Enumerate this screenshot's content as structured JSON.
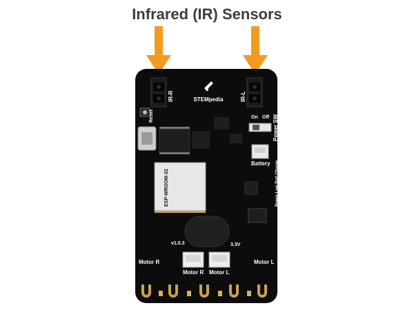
{
  "heading": "Infrared (IR) Sensors",
  "board": {
    "brand": "STEMpedia",
    "labels": {
      "ir_right": "IR-R",
      "ir_left": "IR-L",
      "reset": "Reset",
      "on": "On",
      "off": "Off",
      "power_sw": "Power SW",
      "battery": "Battery",
      "module": "ESP-WROOM-32",
      "power_status": "Power Low Batt Charge",
      "version": "v1.0.3",
      "voltage": "3.3V",
      "motor_r_left": "Motor R",
      "motor_l_right": "Motor L",
      "motor_r_bottom": "Motor R",
      "motor_l_bottom": "Motor L"
    }
  },
  "colors": {
    "arrow": "#f39a21",
    "pcb": "#0c0c0c",
    "gold": "#c9a24a",
    "heading": "#3d3d3d"
  }
}
